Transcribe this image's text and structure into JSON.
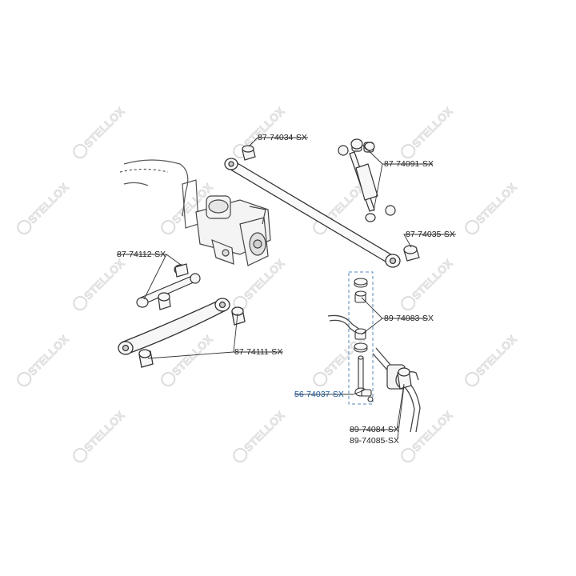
{
  "watermark": {
    "text": "STELLOX"
  },
  "callouts": [
    {
      "id": "c1",
      "label": "87-74034-SX",
      "highlight": false
    },
    {
      "id": "c2",
      "label": "87-74091-SX",
      "highlight": false
    },
    {
      "id": "c3",
      "label": "87-74035-SX",
      "highlight": false
    },
    {
      "id": "c4",
      "label": "87-74112-SX",
      "highlight": false
    },
    {
      "id": "c5",
      "label": "89-74083-SX",
      "highlight": false
    },
    {
      "id": "c6",
      "label": "87-74111-SX",
      "highlight": false
    },
    {
      "id": "c7",
      "label": "56-74037-SX",
      "highlight": true
    },
    {
      "id": "c8",
      "label": "89-74084-SX",
      "highlight": false
    },
    {
      "id": "c9",
      "label": "89-74085-SX",
      "highlight": false
    }
  ],
  "colors": {
    "line": "#333333",
    "highlight": "#1f5a9e",
    "dashed_box": "#5a8ab8",
    "watermark": "#e3e3e3"
  }
}
